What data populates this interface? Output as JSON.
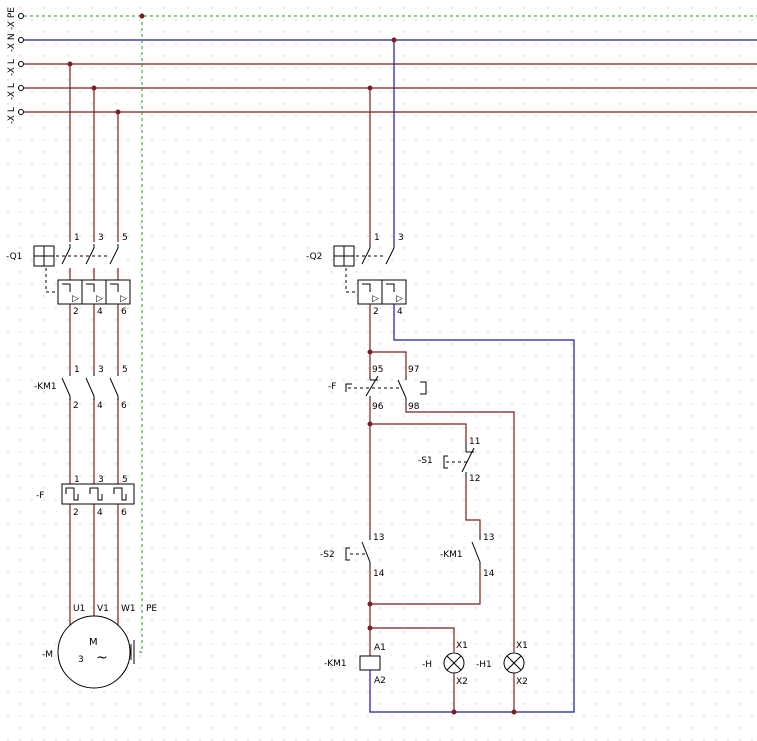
{
  "colors": {
    "wire": "#7a1f1f",
    "neutral": "#1a1aa0",
    "pe": "#2e8b2e",
    "node": "#7a1f1f",
    "grid_dot": "#c8c8c8"
  },
  "rails": {
    "pe": "-X PE",
    "n": "-X N",
    "l1": "-X L",
    "l2": "-X L",
    "l3": "-X L"
  },
  "power_circuit": {
    "q1": {
      "tag": "-Q1",
      "t_top": [
        "1",
        "3",
        "5"
      ],
      "t_bot": [
        "2",
        "4",
        "6"
      ]
    },
    "km1": {
      "tag": "-KM1",
      "t_top": [
        "1",
        "3",
        "5"
      ],
      "t_bot": [
        "2",
        "4",
        "6"
      ]
    },
    "f": {
      "tag": "-F",
      "t_top": [
        "1",
        "3",
        "5"
      ],
      "t_bot": [
        "2",
        "4",
        "6"
      ]
    },
    "motor": {
      "tag": "-M",
      "symbol": "M",
      "phases": "3",
      "tilde": "~",
      "terminals": [
        "U1",
        "V1",
        "W1",
        "PE"
      ]
    }
  },
  "control_circuit": {
    "q2": {
      "tag": "-Q2",
      "t_top": [
        "1",
        "3"
      ],
      "t_bot": [
        "2",
        "4"
      ]
    },
    "f_contact": {
      "tag": "-F",
      "t": [
        "95",
        "97",
        "96",
        "98"
      ]
    },
    "s1": {
      "tag": "-S1",
      "t": [
        "11",
        "12"
      ]
    },
    "s2": {
      "tag": "-S2",
      "t": [
        "13",
        "14"
      ]
    },
    "km1_aux": {
      "tag": "-KM1",
      "t": [
        "13",
        "14"
      ]
    },
    "km1_coil": {
      "tag": "-KM1",
      "t": [
        "A1",
        "A2"
      ]
    },
    "h": {
      "tag": "-H",
      "t": [
        "X1",
        "X2"
      ]
    },
    "h1": {
      "tag": "-H1",
      "t": [
        "X1",
        "X2"
      ]
    }
  }
}
